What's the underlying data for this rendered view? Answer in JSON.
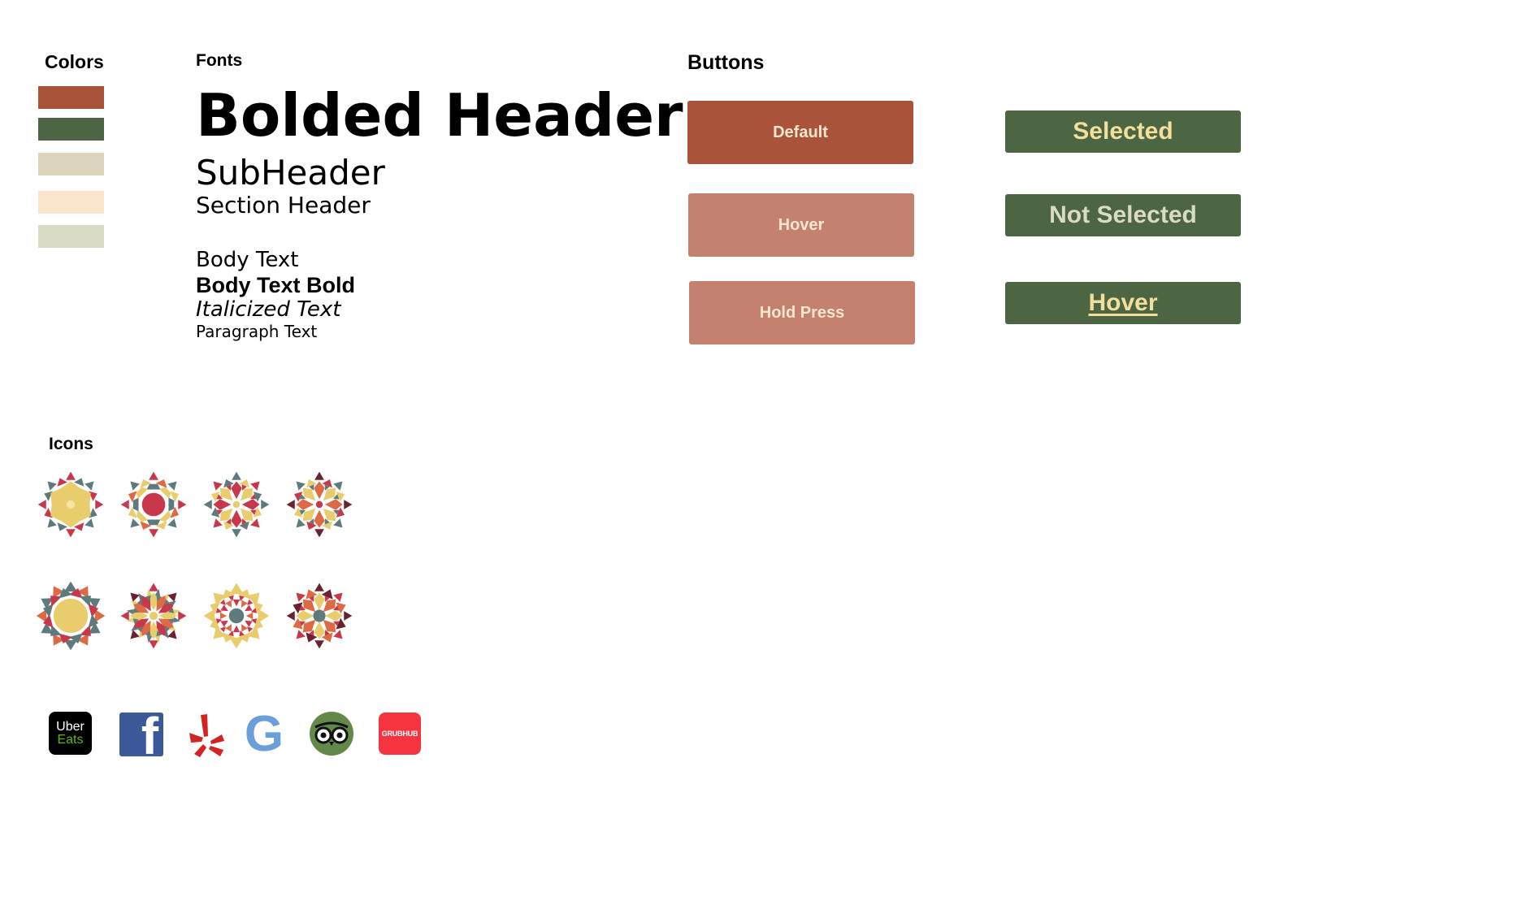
{
  "sections": {
    "colors_label": "Colors",
    "fonts_label": "Fonts",
    "buttons_label": "Buttons",
    "icons_label": "Icons"
  },
  "colors": [
    "#a9533a",
    "#4c6542",
    "#ddd5bb",
    "#f9e5cc",
    "#dadbc5"
  ],
  "fonts": {
    "bolded_header": "Bolded Header",
    "subheader": "SubHeader",
    "section_header": "Section Header",
    "body_text": "Body Text",
    "body_text_bold": "Body Text Bold",
    "italicized_text": "Italicized Text",
    "paragraph_text": "Paragraph Text"
  },
  "buttons": {
    "rust": {
      "default": "Default",
      "hover": "Hover",
      "hold_press": "Hold Press",
      "default_color": "#a9533a",
      "hover_color": "#c5816f"
    },
    "green": {
      "selected": "Selected",
      "not_selected": "Not Selected",
      "hover": "Hover",
      "color": "#4c6542"
    }
  },
  "icons": {
    "mandalas": [
      "mandala-icon-1",
      "mandala-icon-2",
      "mandala-icon-3",
      "mandala-icon-4",
      "mandala-icon-5",
      "mandala-icon-6",
      "mandala-icon-7",
      "mandala-icon-8"
    ],
    "social": [
      {
        "name": "uber-eats-icon",
        "line1": "Uber",
        "line2": "Eats"
      },
      {
        "name": "facebook-icon",
        "text": "f"
      },
      {
        "name": "yelp-icon"
      },
      {
        "name": "google-icon",
        "text": "G"
      },
      {
        "name": "tripadvisor-icon"
      },
      {
        "name": "grubhub-icon",
        "text": "GRUBHUB"
      }
    ]
  }
}
